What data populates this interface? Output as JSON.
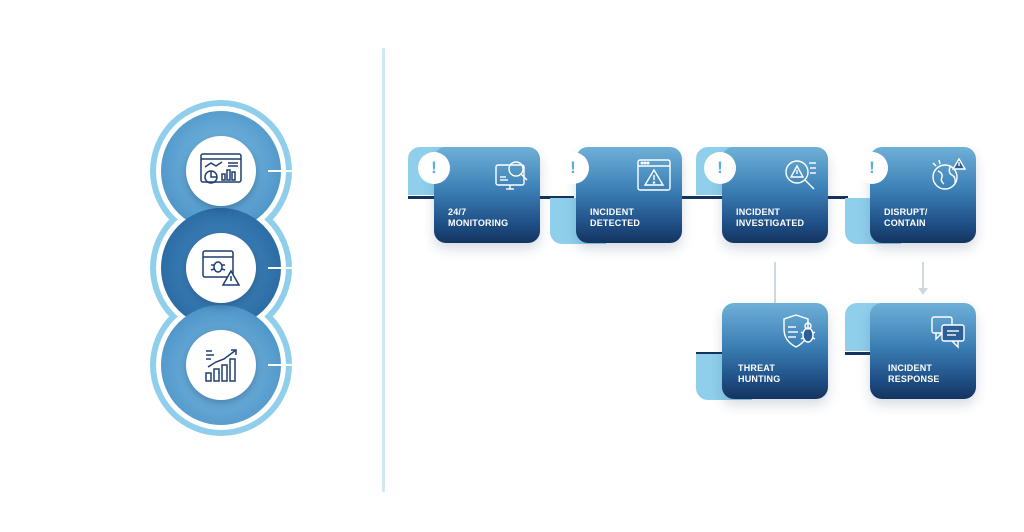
{
  "left_chain": {
    "icons": [
      "analytics-dashboard-icon",
      "bug-warning-icon",
      "growth-chart-icon"
    ]
  },
  "steps": [
    {
      "id": "monitoring",
      "line1": "24/7",
      "line2": "MONITORING",
      "icon": "monitor-search-icon"
    },
    {
      "id": "detected",
      "line1": "INCIDENT",
      "line2": "DETECTED",
      "icon": "browser-warning-icon"
    },
    {
      "id": "investigated",
      "line1": "INCIDENT",
      "line2": "INVESTIGATED",
      "icon": "magnifier-warning-icon"
    },
    {
      "id": "disrupt",
      "line1": "DISRUPT/",
      "line2": "CONTAIN",
      "icon": "globe-warning-icon"
    },
    {
      "id": "hunting",
      "line1": "THREAT",
      "line2": "HUNTING",
      "icon": "shield-bug-icon"
    },
    {
      "id": "response",
      "line1": "INCIDENT",
      "line2": "RESPONSE",
      "icon": "chat-bubbles-icon"
    }
  ],
  "alert_symbol": "!",
  "colors": {
    "light_blue": "#8fcfec",
    "navy": "#14345f",
    "mid_blue": "#3b7fb5"
  }
}
